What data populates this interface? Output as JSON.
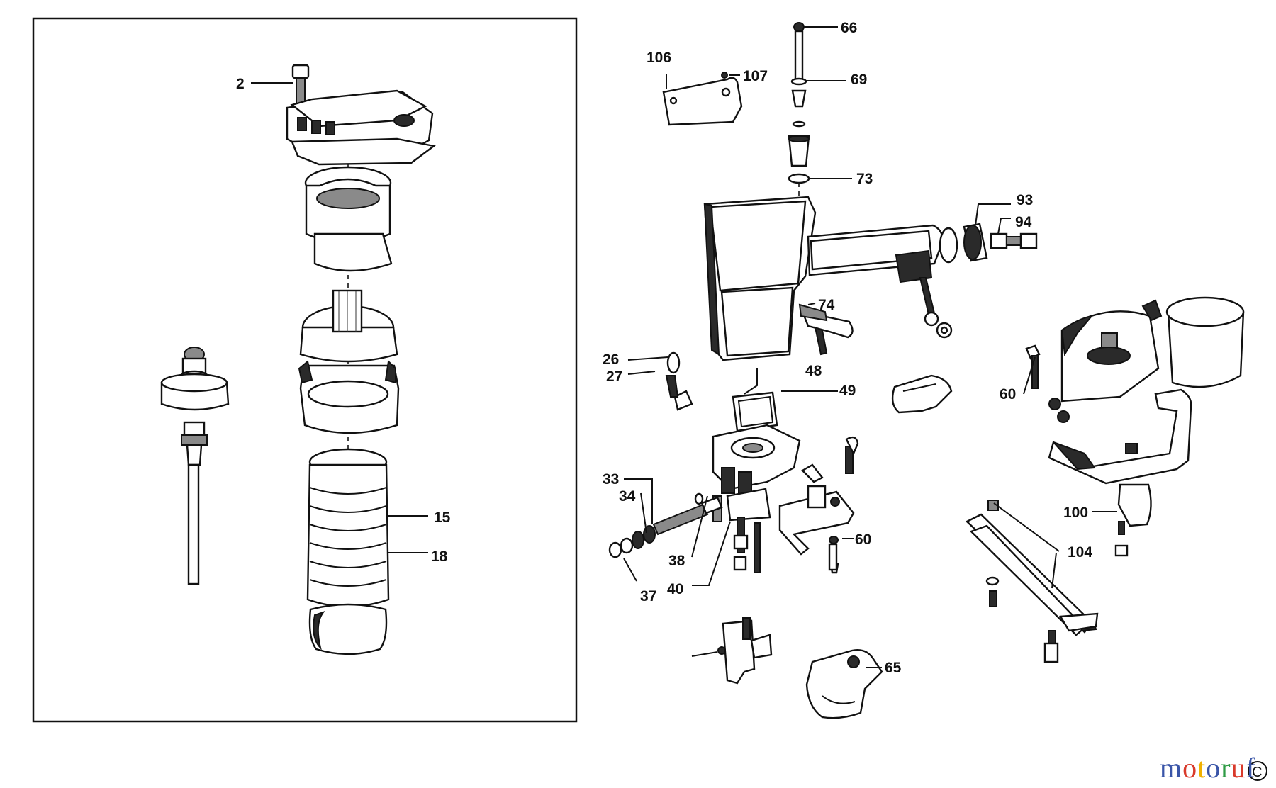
{
  "labels": {
    "p2": "2",
    "p15": "15",
    "p18": "18",
    "p66": "66",
    "p69": "69",
    "p73": "73",
    "p93": "93",
    "p94": "94",
    "p106": "106",
    "p107": "107",
    "p74": "74",
    "p26": "26",
    "p27": "27",
    "p48": "48",
    "p49": "49",
    "p33": "33",
    "p34": "34",
    "p38": "38",
    "p40": "40",
    "p37": "37",
    "p60a": "60",
    "p60b": "60",
    "p65": "65",
    "p100": "100",
    "p104": "104"
  },
  "watermark": {
    "letters": [
      "m",
      "o",
      "t",
      "o",
      "r",
      "u",
      "f"
    ],
    "colors": [
      "#3a55a8",
      "#d93a2b",
      "#f0b000",
      "#3a55a8",
      "#2f9b45",
      "#d93a2b",
      "#3a55a8"
    ],
    "corner_mark": "C"
  }
}
